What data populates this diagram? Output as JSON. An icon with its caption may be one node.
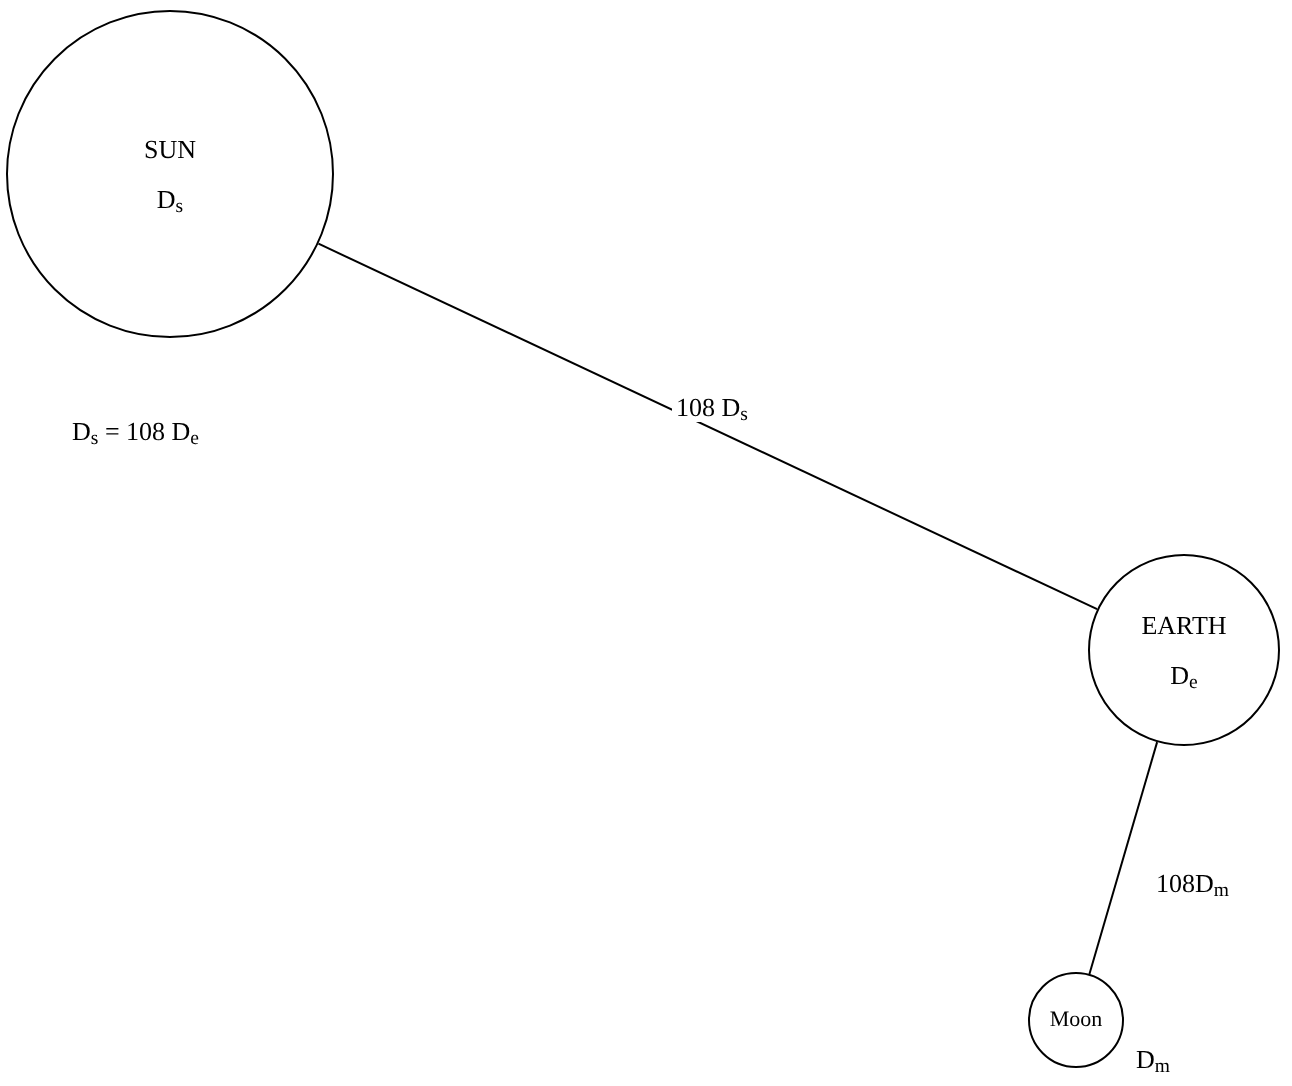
{
  "diagram": {
    "nodes": [
      {
        "text": [
          "SUN",
          "D$_{s}$"
        ]
      },
      {
        "text": [
          "EARTH",
          "D$_{e}$"
        ]
      },
      {
        "text": [
          "Moon"
        ],
        "beside": [
          "D$_{m}$"
        ]
      }
    ],
    "edges": [
      {
        "from": 0,
        "to": 1,
        "arrow": "none",
        "label": "108 D$_{s}$"
      },
      {
        "from": 1,
        "to": 2,
        "arrow": "none",
        "label": "108D$_{m}$"
      }
    ],
    "labels": [
      "D$_{s}$ = 108 D$_{e}$"
    ]
  }
}
